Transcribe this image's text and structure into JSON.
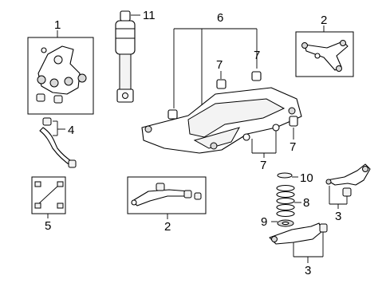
{
  "callouts": {
    "c1": "1",
    "c2a": "2",
    "c2b": "2",
    "c3a": "3",
    "c3b": "3",
    "c4": "4",
    "c5": "5",
    "c6": "6",
    "c7a": "7",
    "c7b": "7",
    "c7c": "7",
    "c7d": "7",
    "c8": "8",
    "c9": "9",
    "c10": "10",
    "c11": "11"
  }
}
